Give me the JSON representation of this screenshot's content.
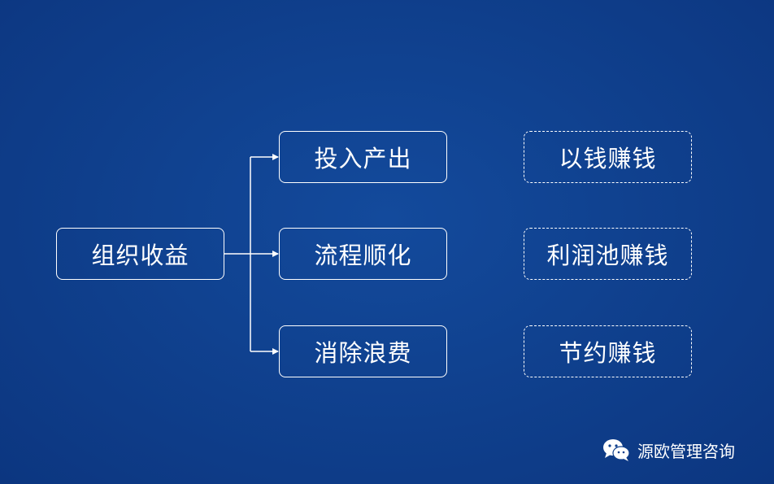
{
  "diagram": {
    "root": {
      "label": "组织收益"
    },
    "branches": [
      {
        "label": "投入产出",
        "result": "以钱赚钱"
      },
      {
        "label": "流程顺化",
        "result": "利润池赚钱"
      },
      {
        "label": "消除浪费",
        "result": "节约赚钱"
      }
    ]
  },
  "watermark": {
    "icon": "wechat-icon",
    "text": "源欧管理咨询"
  },
  "colors": {
    "background": "#0f3f8c",
    "line": "#ffffff",
    "text": "#ffffff"
  }
}
